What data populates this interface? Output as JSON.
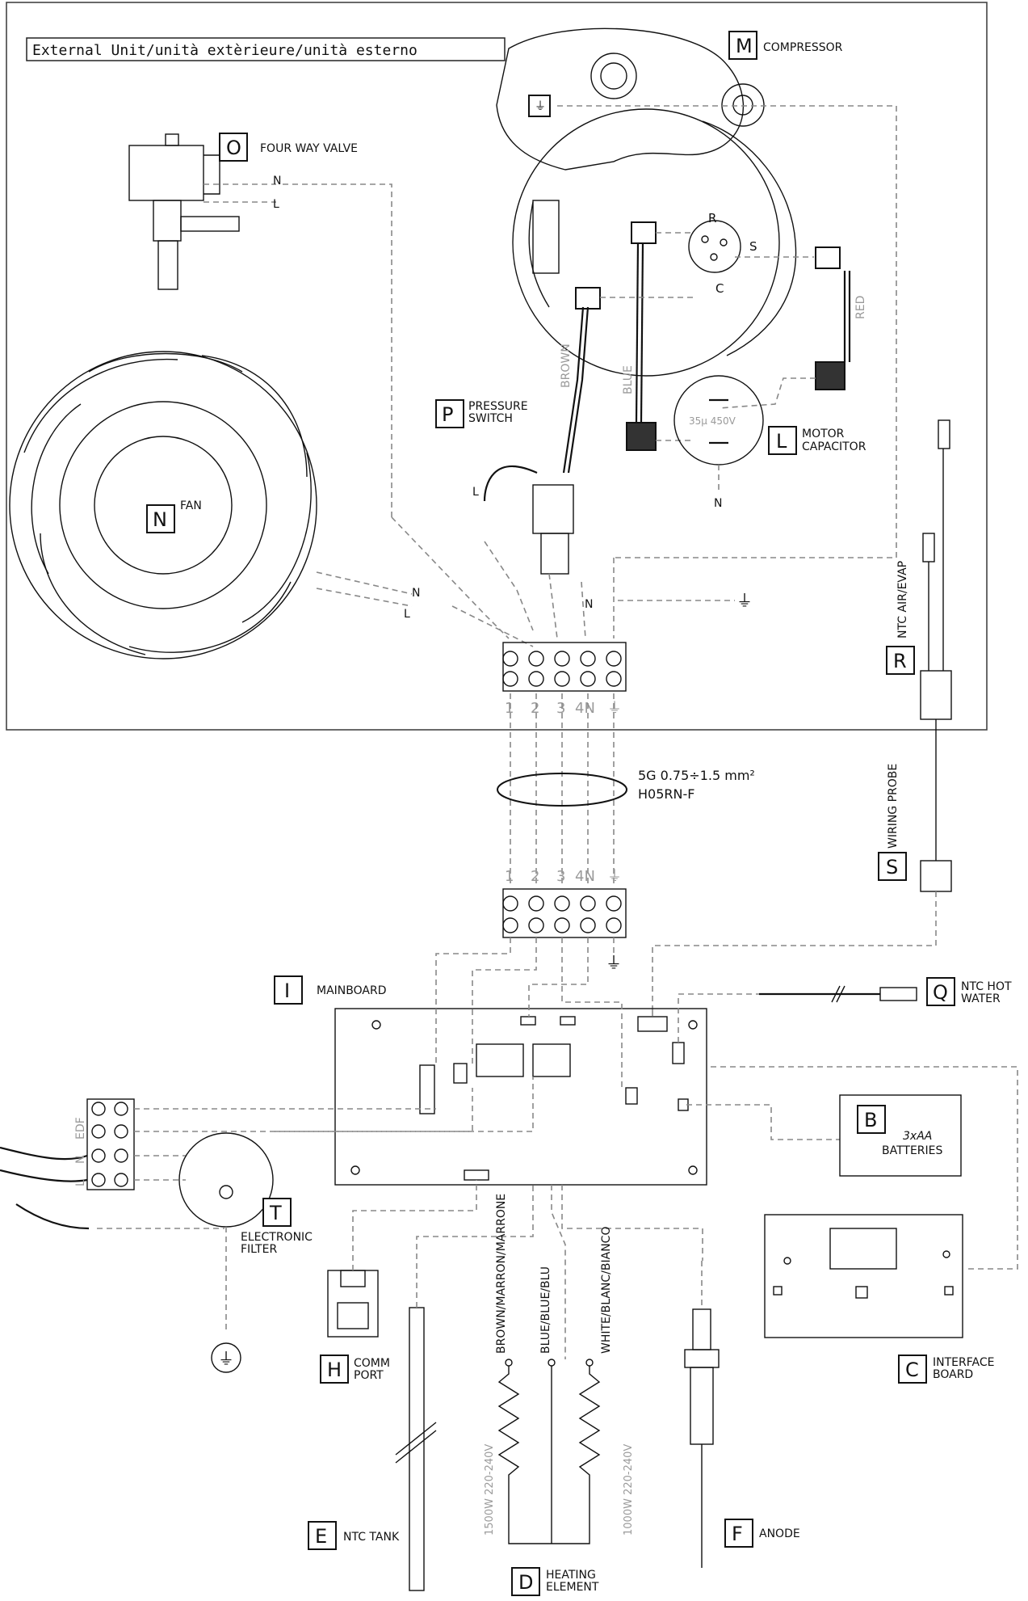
{
  "title": "External Unit/unità extèrieure/unità esterno",
  "components": {
    "M": {
      "letter": "M",
      "label": "COMPRESSOR"
    },
    "O": {
      "letter": "O",
      "label": "FOUR WAY VALVE"
    },
    "N": {
      "letter": "N",
      "label": "FAN"
    },
    "P": {
      "letter": "P",
      "label_line1": "PRESSURE",
      "label_line2": "SWITCH"
    },
    "L": {
      "letter": "L",
      "label_line1": "MOTOR",
      "label_line2": "CAPACITOR",
      "rating": "35μ 450V"
    },
    "R": {
      "letter": "R",
      "label": "NTC AIR/EVAP"
    },
    "S": {
      "letter": "S",
      "label": "WIRING PROBE"
    },
    "I": {
      "letter": "I",
      "label": "MAINBOARD"
    },
    "Q": {
      "letter": "Q",
      "label_line1": "NTC HOT",
      "label_line2": "WATER"
    },
    "B": {
      "letter": "B",
      "label_line1": "3xAA",
      "label_line2": "BATTERIES"
    },
    "C": {
      "letter": "C",
      "label_line1": "INTERFACE",
      "label_line2": "BOARD"
    },
    "T": {
      "letter": "T",
      "label_line1": "ELECTRONIC",
      "label_line2": "FILTER"
    },
    "H": {
      "letter": "H",
      "label_line1": "COMM",
      "label_line2": "PORT"
    },
    "E": {
      "letter": "E",
      "label": "NTC TANK"
    },
    "D": {
      "letter": "D",
      "label_line1": "HEATING",
      "label_line2": "ELEMENT"
    },
    "F": {
      "letter": "F",
      "label": "ANODE"
    }
  },
  "compressor_terminals": {
    "r": "R",
    "s": "S",
    "c": "C"
  },
  "wire_colors": {
    "brown": "BROWN",
    "blue": "BLUE",
    "red": "RED"
  },
  "wire_marks": {
    "n": "N",
    "l": "L"
  },
  "terminal_block": {
    "labels": [
      "1",
      "2",
      "3",
      "4N"
    ]
  },
  "cable": {
    "spec_line1": "5G 0.75÷1.5 mm²",
    "spec_line2": "H05RN-F"
  },
  "heating": {
    "left_wire": "BROWN/MARRON/MARRONE",
    "mid_wire": "BLUE/BLUE/BLU",
    "right_wire": "WHITE/BLANC/BIANCO",
    "left_rating": "1500W 220-240V",
    "right_rating": "1000W 220-240V"
  },
  "mains": {
    "edf": "EDF",
    "n": "N",
    "l": "L"
  }
}
